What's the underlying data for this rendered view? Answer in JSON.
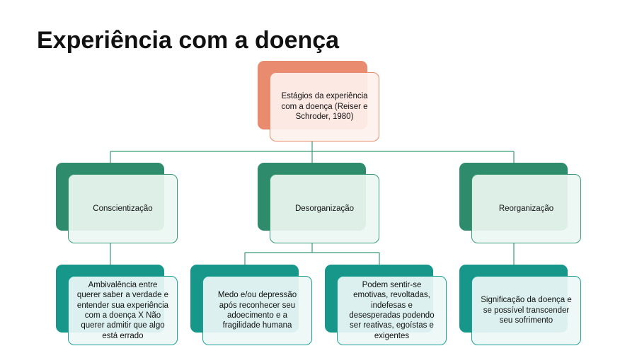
{
  "title": "Experiência com a doença",
  "root": {
    "label": "Estágios da experiência com a doença (Reiser e Schroder, 1980)"
  },
  "stages": [
    {
      "label": "Conscientização"
    },
    {
      "label": "Desorganização"
    },
    {
      "label": "Reorganização"
    }
  ],
  "details": [
    {
      "label": "Ambivalência entre querer saber a verdade e entender sua experiência com a doença X Não querer admitir que algo está errado"
    },
    {
      "label": "Medo e/ou depressão após reconhecer seu adoecimento e a fragilidade humana"
    },
    {
      "label": "Podem sentir-se emotivas, revoltadas, indefesas e desesperadas podendo ser reativas, egoístas e exigentes"
    },
    {
      "label": "Significação da doença e se possível transcender seu sofrimento"
    }
  ],
  "colors": {
    "root": "#e88b6e",
    "stage": "#2e8b6b",
    "detail": "#17968a",
    "connector": "#3a9a78"
  }
}
